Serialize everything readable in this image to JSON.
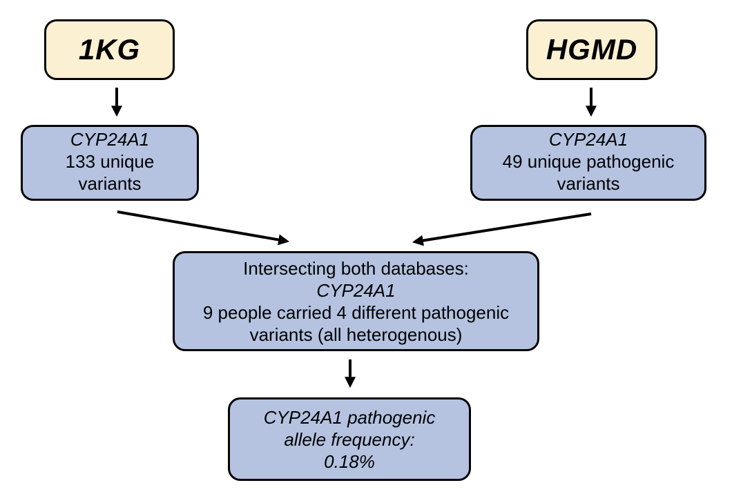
{
  "sources": {
    "left": {
      "label": "1KG"
    },
    "right": {
      "label": "HGMD"
    }
  },
  "left_step": {
    "gene": "CYP24A1",
    "line1": "133 unique",
    "line2": "variants"
  },
  "right_step": {
    "gene": "CYP24A1",
    "line1": "49 unique pathogenic",
    "line2": "variants"
  },
  "intersection": {
    "heading": "Intersecting both databases:",
    "gene": "CYP24A1",
    "line1": "9 people carried 4 different pathogenic",
    "line2": "variants (all heterogenous)"
  },
  "result": {
    "line1": "CYP24A1 pathogenic",
    "line2": "allele frequency:",
    "value": "0.18%"
  },
  "colors": {
    "source_fill": "#fcf0d2",
    "step_fill": "#b5c3e1",
    "stroke": "#000000"
  }
}
